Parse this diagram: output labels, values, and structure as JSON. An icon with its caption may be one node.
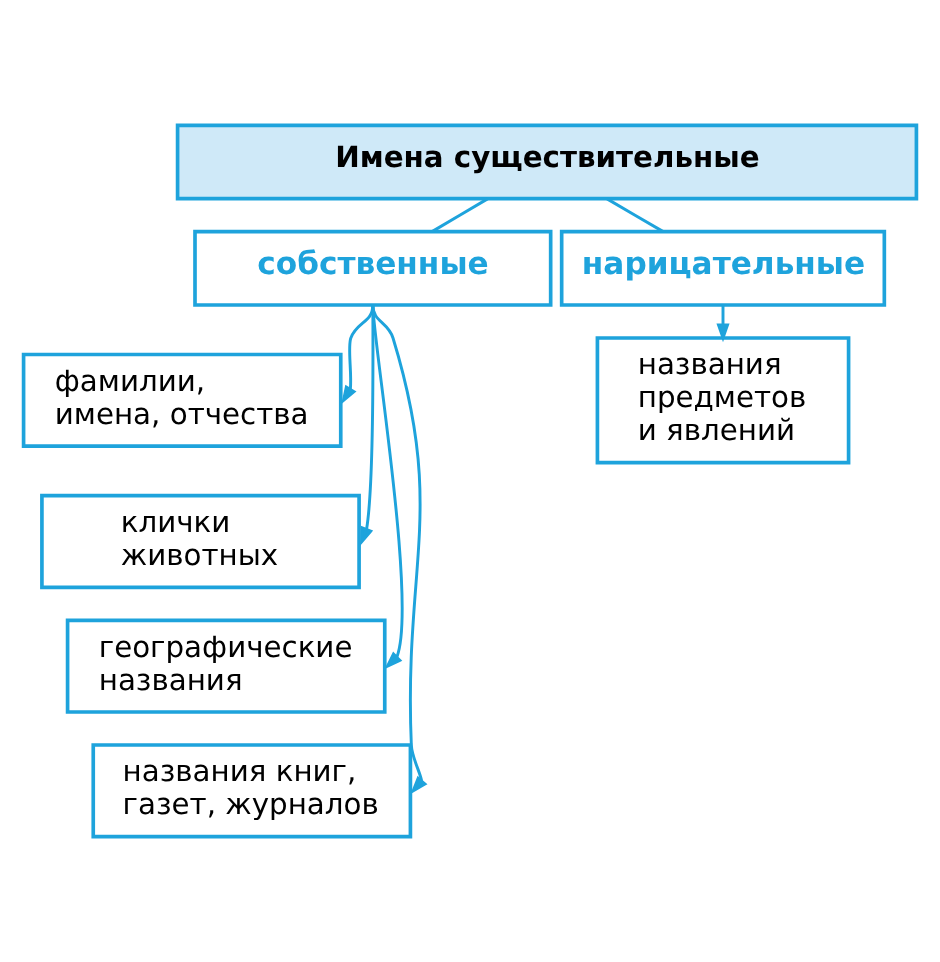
{
  "diagram": {
    "nodes": [
      {
        "text": [
          "Имена существительные"
        ]
      },
      {
        "text": [
          "собственные"
        ]
      },
      {
        "text": [
          "нарицательные"
        ]
      },
      {
        "text": [
          "фамилии, имена, отчества"
        ]
      },
      {
        "text": [
          "клички животных"
        ]
      },
      {
        "text": [
          "географические названия"
        ]
      },
      {
        "text": [
          "названия книг, газет, журналов"
        ]
      },
      {
        "text": [
          "названия предметов и явлений"
        ]
      }
    ],
    "edges": [
      {
        "from": 0,
        "to": 1,
        "arrow": "none"
      },
      {
        "from": 0,
        "to": 2,
        "arrow": "none"
      },
      {
        "from": 1,
        "to": 3,
        "arrow": "to"
      },
      {
        "from": 1,
        "to": 4,
        "arrow": "to"
      },
      {
        "from": 1,
        "to": 5,
        "arrow": "to"
      },
      {
        "from": 1,
        "to": 6,
        "arrow": "to"
      },
      {
        "from": 2,
        "to": 7,
        "arrow": "to"
      }
    ]
  }
}
